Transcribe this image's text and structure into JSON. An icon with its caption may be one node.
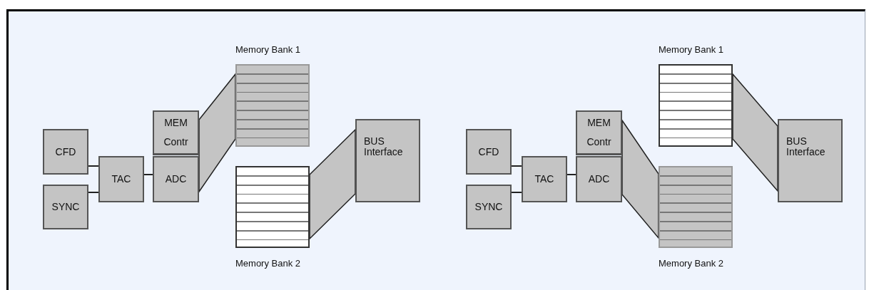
{
  "diagram": {
    "nodes": [
      {
        "text": [
          "CFD"
        ]
      },
      {
        "text": [
          "SYNC"
        ]
      },
      {
        "text": [
          "TAC"
        ]
      },
      {
        "text": [
          "MEM Contr"
        ]
      },
      {
        "text": [
          "ADC"
        ]
      },
      {
        "text": [
          "Memory Bank 1"
        ]
      },
      {
        "text": [
          "Memory Bank 2"
        ]
      },
      {
        "text": [
          "BUS Interface"
        ]
      },
      {
        "text": [
          "CFD"
        ]
      },
      {
        "text": [
          "SYNC"
        ]
      },
      {
        "text": [
          "TAC"
        ]
      },
      {
        "text": [
          "MEM Contr"
        ]
      },
      {
        "text": [
          "ADC"
        ]
      },
      {
        "text": [
          "Memory Bank 1"
        ]
      },
      {
        "text": [
          "Memory Bank 2"
        ]
      },
      {
        "text": [
          "BUS Interface"
        ]
      }
    ],
    "edges": [
      {
        "from": 0,
        "to": 2,
        "arrow": "none"
      },
      {
        "from": 1,
        "to": 2,
        "arrow": "none"
      },
      {
        "from": 2,
        "to": 4,
        "arrow": "none"
      },
      {
        "from": 3,
        "to": 5,
        "arrow": "none"
      },
      {
        "from": 4,
        "to": 5,
        "arrow": "none"
      },
      {
        "from": 6,
        "to": 7,
        "arrow": "none"
      },
      {
        "from": 8,
        "to": 10,
        "arrow": "none"
      },
      {
        "from": 9,
        "to": 10,
        "arrow": "none"
      },
      {
        "from": 10,
        "to": 12,
        "arrow": "none"
      },
      {
        "from": 11,
        "to": 14,
        "arrow": "none"
      },
      {
        "from": 12,
        "to": 14,
        "arrow": "none"
      },
      {
        "from": 13,
        "to": 15,
        "arrow": "none"
      }
    ]
  }
}
